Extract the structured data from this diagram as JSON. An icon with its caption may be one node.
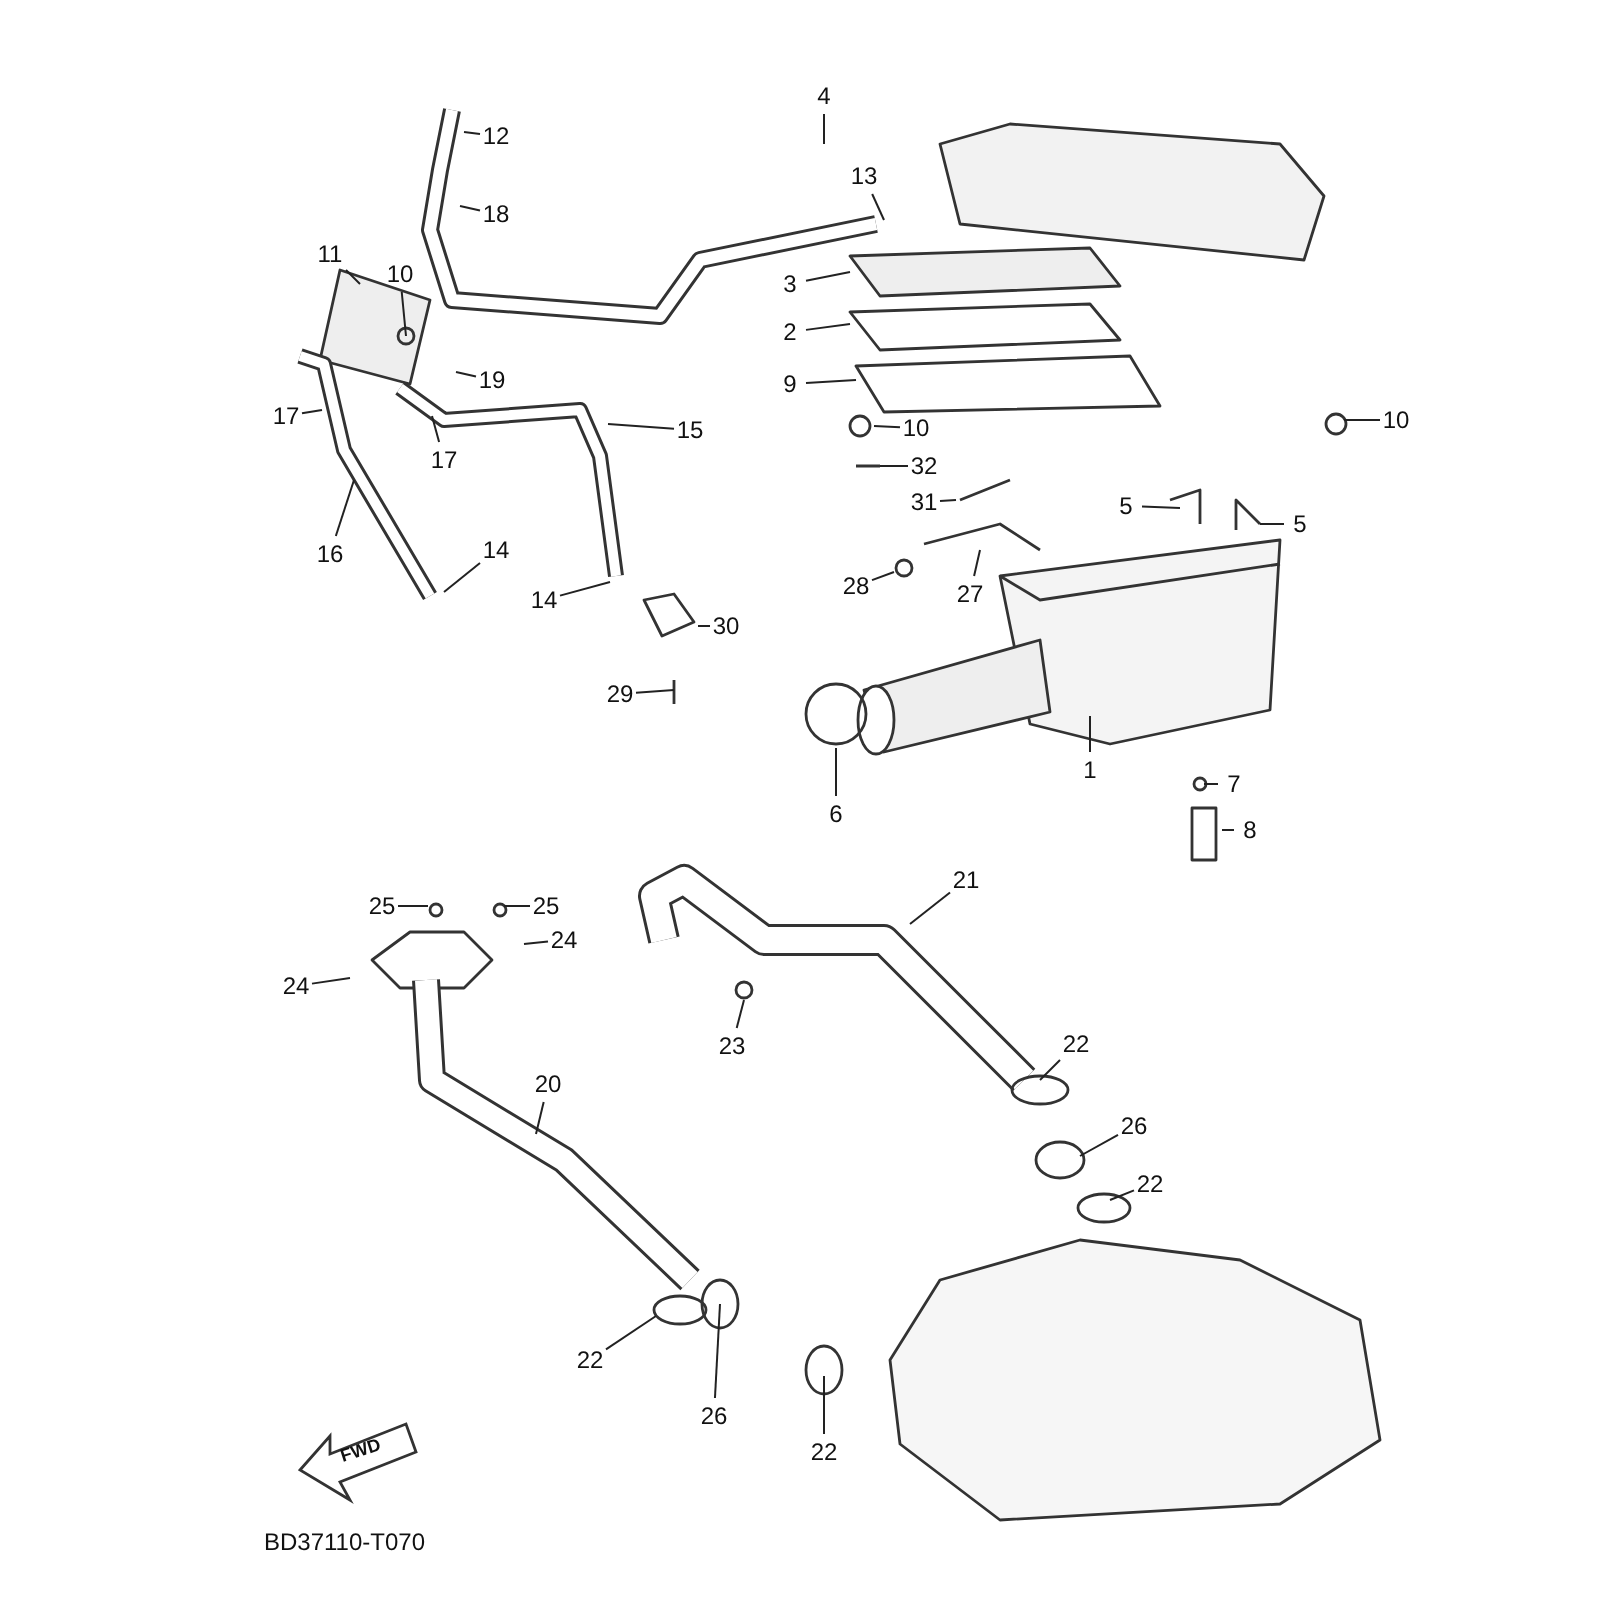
{
  "diagram": {
    "nodes": [
      {
        "text": [
          "4"
        ]
      },
      {
        "text": [
          "3"
        ]
      },
      {
        "text": [
          "2"
        ]
      },
      {
        "text": [
          "9"
        ]
      },
      {
        "text": [
          "10"
        ]
      },
      {
        "text": [
          "10"
        ]
      },
      {
        "text": [
          "32"
        ]
      },
      {
        "text": [
          "31"
        ]
      },
      {
        "text": [
          "5"
        ]
      },
      {
        "text": [
          "5"
        ]
      },
      {
        "text": [
          "28"
        ]
      },
      {
        "text": [
          "27"
        ]
      },
      {
        "text": [
          "1"
        ]
      },
      {
        "text": [
          "6"
        ]
      },
      {
        "text": [
          "7"
        ]
      },
      {
        "text": [
          "8"
        ]
      },
      {
        "text": [
          "12"
        ]
      },
      {
        "text": [
          "18"
        ]
      },
      {
        "text": [
          "13"
        ]
      },
      {
        "text": [
          "10"
        ]
      },
      {
        "text": [
          "11"
        ]
      },
      {
        "text": [
          "19"
        ]
      },
      {
        "text": [
          "17"
        ]
      },
      {
        "text": [
          "17"
        ]
      },
      {
        "text": [
          "15"
        ]
      },
      {
        "text": [
          "16"
        ]
      },
      {
        "text": [
          "14"
        ]
      },
      {
        "text": [
          "14"
        ]
      },
      {
        "text": [
          "30"
        ]
      },
      {
        "text": [
          "29"
        ]
      },
      {
        "text": [
          "25"
        ]
      },
      {
        "text": [
          "25"
        ]
      },
      {
        "text": [
          "24"
        ]
      },
      {
        "text": [
          "24"
        ]
      },
      {
        "text": [
          "21"
        ]
      },
      {
        "text": [
          "23"
        ]
      },
      {
        "text": [
          "20"
        ]
      },
      {
        "text": [
          "22"
        ]
      },
      {
        "text": [
          "26"
        ]
      },
      {
        "text": [
          "22"
        ]
      },
      {
        "text": [
          "22"
        ]
      },
      {
        "text": [
          "26"
        ]
      },
      {
        "text": [
          "22"
        ]
      }
    ],
    "edges": [
      {
        "from": 0,
        "to": null,
        "arrow": "none"
      },
      {
        "from": 1,
        "to": null,
        "arrow": "none"
      },
      {
        "from": 2,
        "to": null,
        "arrow": "none"
      },
      {
        "from": 3,
        "to": null,
        "arrow": "none"
      },
      {
        "from": 4,
        "to": null,
        "arrow": "none"
      },
      {
        "from": 5,
        "to": null,
        "arrow": "none"
      },
      {
        "from": 6,
        "to": null,
        "arrow": "none"
      },
      {
        "from": 7,
        "to": null,
        "arrow": "none"
      },
      {
        "from": 8,
        "to": null,
        "arrow": "none"
      },
      {
        "from": 9,
        "to": null,
        "arrow": "none"
      },
      {
        "from": 10,
        "to": null,
        "arrow": "none"
      },
      {
        "from": 11,
        "to": null,
        "arrow": "none"
      },
      {
        "from": 12,
        "to": null,
        "arrow": "none"
      },
      {
        "from": 13,
        "to": null,
        "arrow": "none"
      },
      {
        "from": 14,
        "to": null,
        "arrow": "none"
      },
      {
        "from": 15,
        "to": null,
        "arrow": "none"
      },
      {
        "from": 16,
        "to": null,
        "arrow": "none"
      },
      {
        "from": 17,
        "to": null,
        "arrow": "none"
      },
      {
        "from": 18,
        "to": null,
        "arrow": "none"
      },
      {
        "from": 19,
        "to": null,
        "arrow": "none"
      },
      {
        "from": 20,
        "to": null,
        "arrow": "none"
      },
      {
        "from": 21,
        "to": null,
        "arrow": "none"
      },
      {
        "from": 22,
        "to": null,
        "arrow": "none"
      },
      {
        "from": 23,
        "to": null,
        "arrow": "none"
      },
      {
        "from": 24,
        "to": null,
        "arrow": "none"
      },
      {
        "from": 25,
        "to": null,
        "arrow": "none"
      },
      {
        "from": 26,
        "to": null,
        "arrow": "none"
      },
      {
        "from": 27,
        "to": null,
        "arrow": "none"
      },
      {
        "from": 28,
        "to": null,
        "arrow": "none"
      },
      {
        "from": 29,
        "to": null,
        "arrow": "none"
      },
      {
        "from": 30,
        "to": null,
        "arrow": "none"
      },
      {
        "from": 31,
        "to": null,
        "arrow": "none"
      },
      {
        "from": 32,
        "to": null,
        "arrow": "none"
      },
      {
        "from": 33,
        "to": null,
        "arrow": "none"
      },
      {
        "from": 34,
        "to": null,
        "arrow": "none"
      },
      {
        "from": 35,
        "to": null,
        "arrow": "none"
      },
      {
        "from": 36,
        "to": null,
        "arrow": "none"
      },
      {
        "from": 37,
        "to": null,
        "arrow": "none"
      },
      {
        "from": 38,
        "to": null,
        "arrow": "none"
      },
      {
        "from": 39,
        "to": null,
        "arrow": "none"
      },
      {
        "from": 40,
        "to": null,
        "arrow": "none"
      },
      {
        "from": 41,
        "to": null,
        "arrow": "none"
      },
      {
        "from": 42,
        "to": null,
        "arrow": "none"
      }
    ],
    "labels": [
      "FWD",
      "BD37110-T070"
    ]
  }
}
